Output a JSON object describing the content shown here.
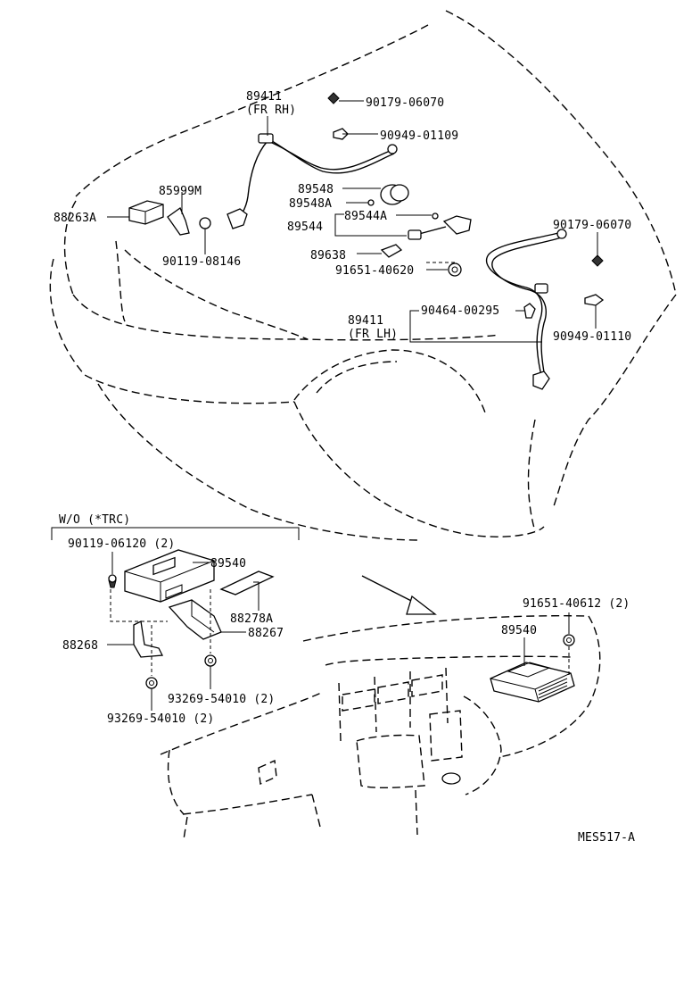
{
  "labels": {
    "p89411_rh": "89411",
    "p89411_rh_sub": "(FR RH)",
    "p90179_06070_top": "90179-06070",
    "p90949_01109": "90949-01109",
    "p85999m": "85999M",
    "p88263a": "88263A",
    "p89548": "89548",
    "p89548a": "89548A",
    "p89544": "89544",
    "p89544a": "89544A",
    "p89638": "89638",
    "p91651_40620": "91651-40620",
    "p90119_08146": "90119-08146",
    "p90179_06070_right": "90179-06070",
    "p89411_lh": "89411",
    "p89411_lh_sub": "(FR LH)",
    "p90464_00295": "90464-00295",
    "p90949_01110": "90949-01110",
    "wo_trc": "W/O (*TRC)",
    "p90119_06120": "90119-06120 (2)",
    "p89540_left": "89540",
    "p88278a": "88278A",
    "p88268": "88268",
    "p88267": "88267",
    "p93269_54010_a": "93269-54010 (2)",
    "p93269_54010_b": "93269-54010 (2)",
    "p91651_40612": "91651-40612 (2)",
    "p89540_right": "89540",
    "diagram_code": "MES517-A"
  }
}
